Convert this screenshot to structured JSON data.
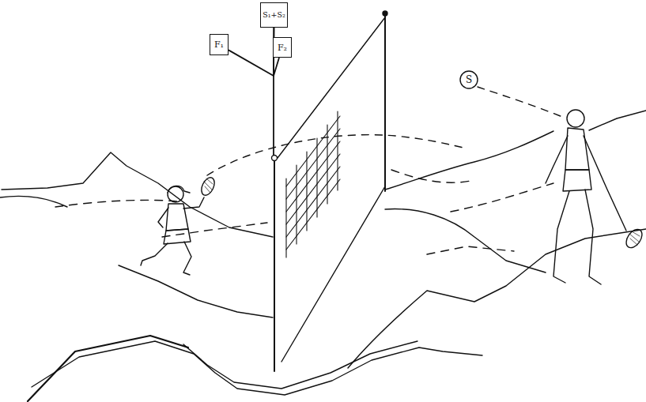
{
  "diagram": {
    "nodes": [
      {
        "text": [
          "S₁+S₂"
        ]
      },
      {
        "text": [
          "F₁"
        ]
      },
      {
        "text": [
          "F₂"
        ]
      },
      {
        "text": [
          "S"
        ]
      }
    ],
    "edges": [
      {
        "from": 1,
        "to": 0,
        "arrow": "none"
      },
      {
        "from": 2,
        "to": 0,
        "arrow": "none"
      }
    ]
  }
}
